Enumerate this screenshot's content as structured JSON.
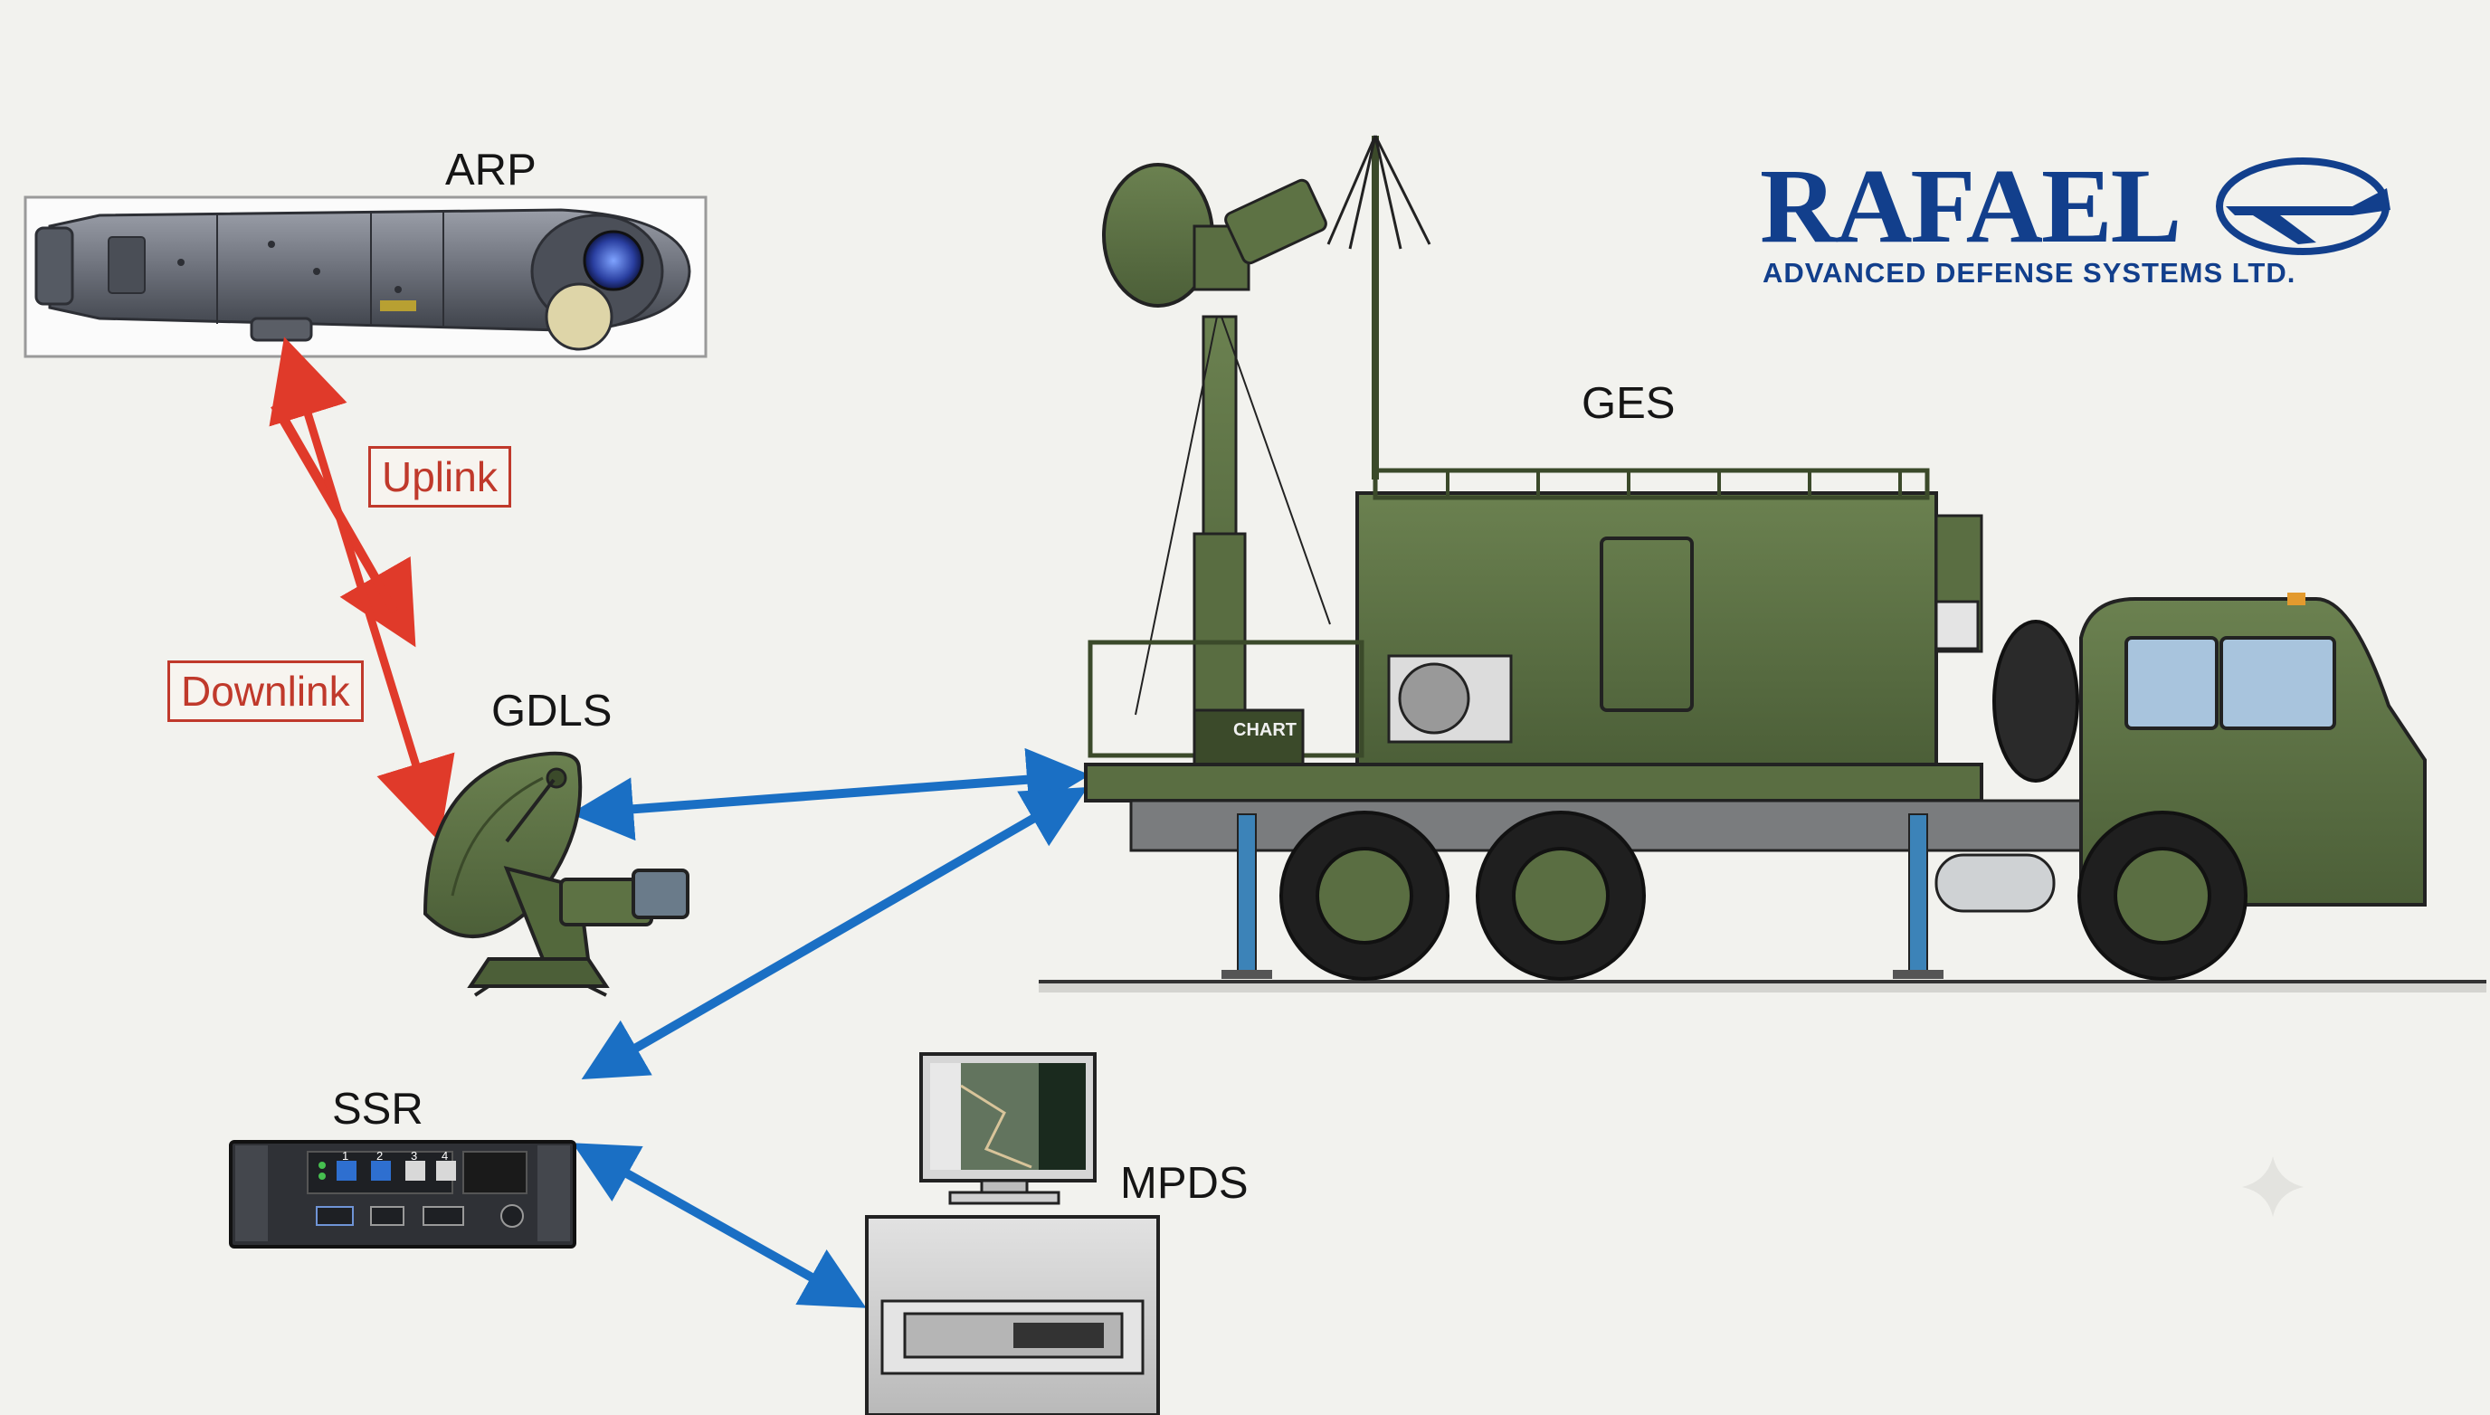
{
  "labels": {
    "arp": "ARP",
    "gdls": "GDLS",
    "ges": "GES",
    "ssr": "SSR",
    "mpds": "MPDS",
    "uplink": "Uplink",
    "downlink": "Downlink",
    "chart": "CHART"
  },
  "logo": {
    "name": "RAFAEL",
    "subtitle": "ADVANCED DEFENSE SYSTEMS LTD."
  },
  "ssr_panel": {
    "buttons": [
      "1",
      "2",
      "3",
      "4"
    ]
  },
  "colors": {
    "background": "#f2f2ee",
    "link_red": "#e03a2a",
    "link_blue": "#1a6fc4",
    "military_green": "#5b7043",
    "logo_blue": "#123f8c"
  },
  "icons": [
    "pod-icon",
    "satellite-dish-icon",
    "truck-icon",
    "rack-server-icon",
    "workstation-icon",
    "logo-plane-icon"
  ]
}
